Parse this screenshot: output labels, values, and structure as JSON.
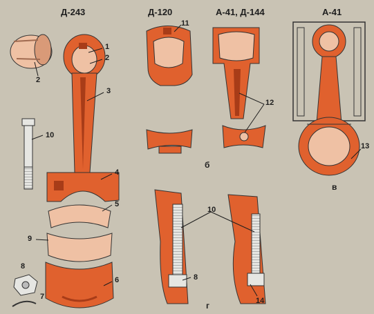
{
  "headers": {
    "d243": "Д-243",
    "d120": "Д-120",
    "a41_d144": "А-41, Д-144",
    "a41": "А-41"
  },
  "section_labels": {
    "b": "б",
    "v": "в",
    "g": "г"
  },
  "callouts": [
    "1",
    "2",
    "2",
    "3",
    "4",
    "5",
    "6",
    "7",
    "8",
    "9",
    "10",
    "11",
    "12",
    "13",
    "10",
    "8",
    "14"
  ],
  "colors": {
    "background": "#c9c3b4",
    "part": "#e0612e",
    "part_dark": "#a83c18",
    "bearing": "#efc1a4",
    "bolt": "#e6e6e2",
    "line": "#1e1e1e"
  }
}
